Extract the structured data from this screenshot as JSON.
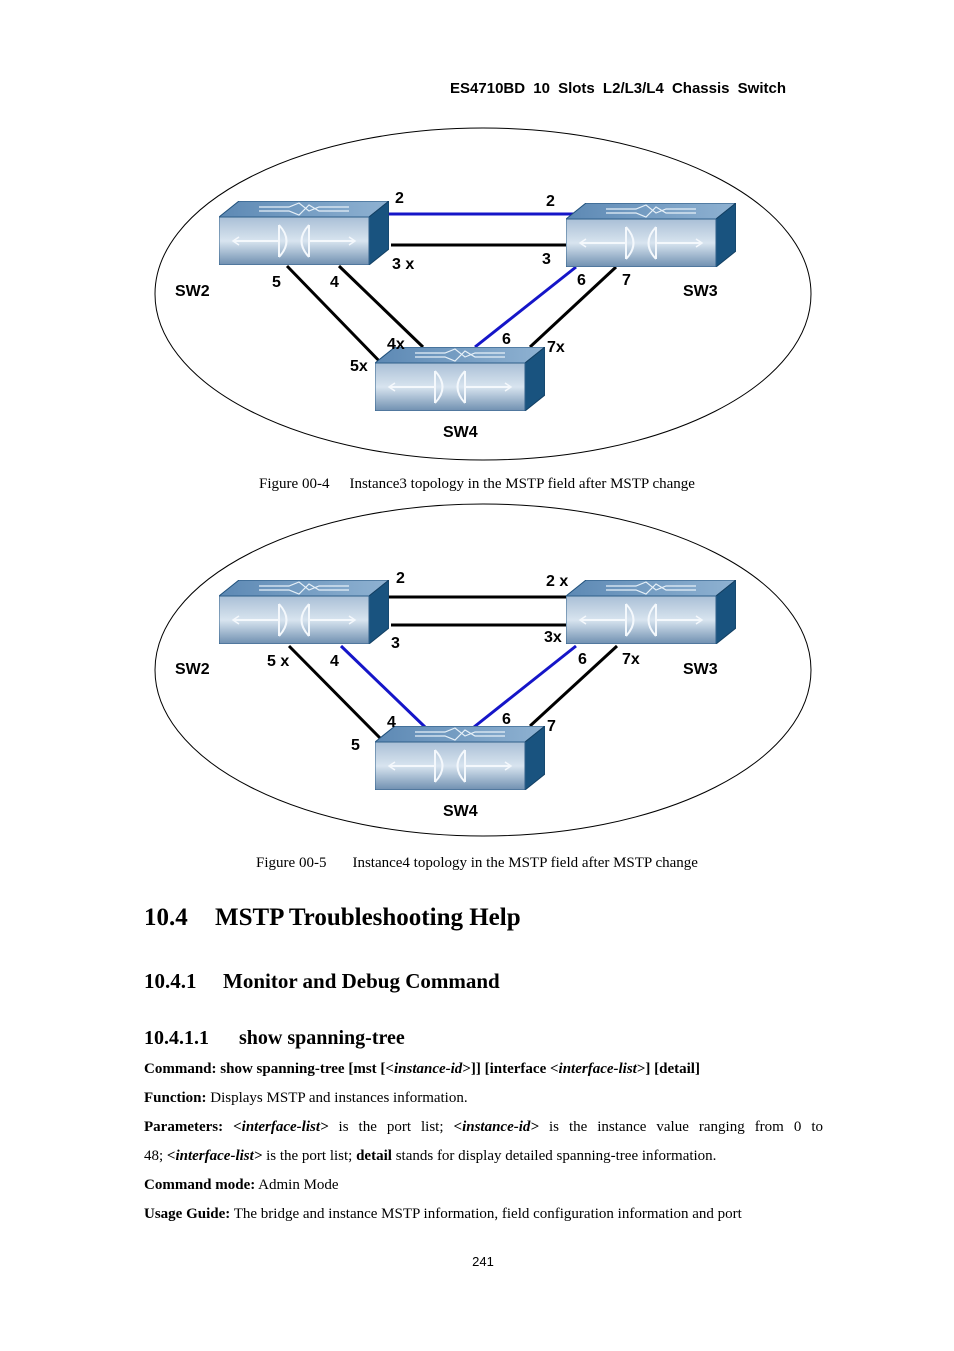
{
  "header": {
    "title": "ES4710BD 10 Slots L2/L3/L4 Chassis Switch"
  },
  "figures": [
    {
      "caption_num": "Figure 00-4",
      "caption_text": "Instance3 topology in the MSTP field after MSTP change",
      "switches": {
        "a": "SW2",
        "b": "SW3",
        "c": "SW4"
      },
      "ports": {
        "sw2_top": "2",
        "sw2_mid": "3 x",
        "sw2_left": "5",
        "sw2_right": "4",
        "sw3_top": "2",
        "sw3_mid": "3",
        "sw3_left": "6",
        "sw3_right": "7",
        "sw4_left_upper": "4x",
        "sw4_left_lower": "5x",
        "sw4_right_upper": "6",
        "sw4_right_lower": "7x"
      }
    },
    {
      "caption_num": "Figure 00-5",
      "caption_text": "Instance4 topology in the MSTP field after MSTP change",
      "switches": {
        "a": "SW2",
        "b": "SW3",
        "c": "SW4"
      },
      "ports": {
        "sw2_top": "2",
        "sw2_mid": "3",
        "sw2_left": "5 x",
        "sw2_right": "4",
        "sw3_top": "2 x",
        "sw3_mid": "3x",
        "sw3_left": "6",
        "sw3_right": "7x",
        "sw4_left_upper": "4",
        "sw4_left_lower": "5",
        "sw4_right_upper": "6",
        "sw4_right_lower": "7"
      }
    }
  ],
  "section": {
    "h2_num": "10.4",
    "h2_text": "MSTP Troubleshooting Help",
    "h3_num": "10.4.1",
    "h3_text": "Monitor and Debug Command",
    "h4_num": "10.4.1.1",
    "h4_text": "show spanning-tree"
  },
  "command": {
    "label": "Command:",
    "c1": " show spanning-tree [mst [<",
    "c2": "instance-id",
    "c3": ">]] [interface <",
    "c4": "interface-list",
    "c5": ">] [detail]"
  },
  "function": {
    "label": "Function:",
    "text": " Displays MSTP and instances information."
  },
  "parameters": {
    "label": "Parameters:",
    "p1": "<interface-list>",
    "t1": " is the port list; ",
    "p2": "<instance-id>",
    "t2": " is the instance value ranging from 0 to",
    "t3": "48; ",
    "p3": "<interface-list>",
    "t4": " is the port list; ",
    "p4": "detail",
    "t5": " stands for display detailed spanning-tree information."
  },
  "mode": {
    "label": "Command mode:",
    "text": " Admin Mode"
  },
  "usage": {
    "label": "Usage Guide:",
    "text": " The bridge and instance MSTP information, field configuration information and port"
  },
  "page_number": "241"
}
